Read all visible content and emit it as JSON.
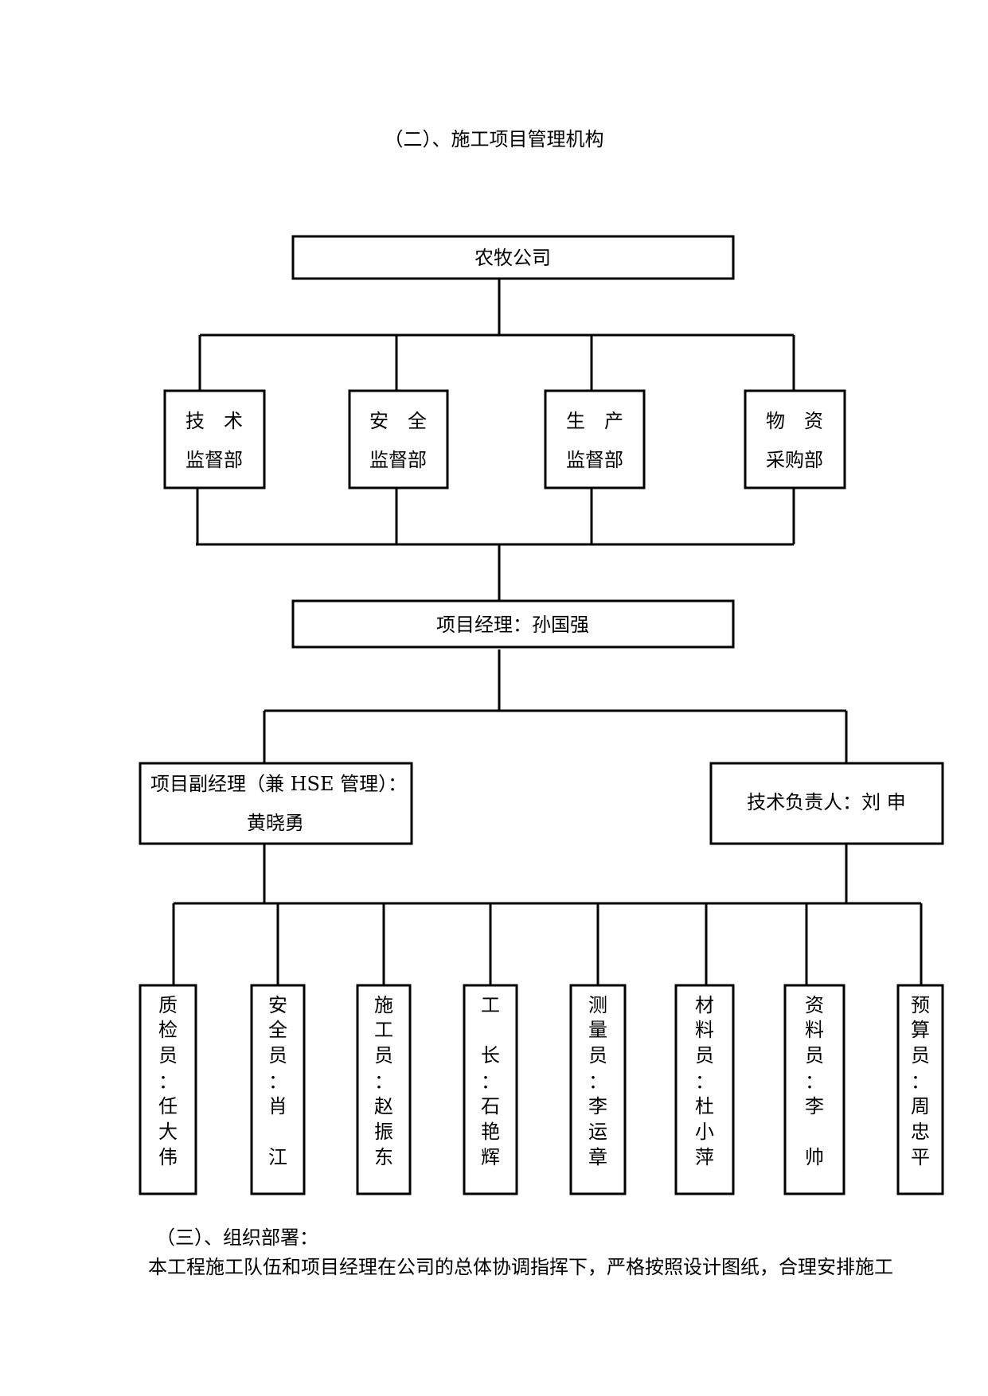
{
  "title": "（二）、施工项目管理机构",
  "org": {
    "top": "农牧公司",
    "departments": [
      {
        "line1": "技　术",
        "line2": "监督部"
      },
      {
        "line1": "安　全",
        "line2": "监督部"
      },
      {
        "line1": "生　产",
        "line2": "监督部"
      },
      {
        "line1": "物　资",
        "line2": "采购部"
      }
    ],
    "manager": "项目经理：孙国强",
    "deputy": {
      "line1": "项目副经理（兼 HSE 管理）：",
      "line2": "黄晓勇"
    },
    "tech_lead": "技术负责人：刘 申",
    "staff": [
      {
        "chars": [
          "质",
          "检",
          "员",
          "：",
          "任",
          "大",
          "伟"
        ]
      },
      {
        "chars": [
          "安",
          "全",
          "员",
          "：",
          "肖",
          "",
          "江"
        ]
      },
      {
        "chars": [
          "施",
          "工",
          "员",
          "：",
          "赵",
          "振",
          "东"
        ]
      },
      {
        "chars": [
          "工",
          "",
          "长",
          "：",
          "石",
          "艳",
          "辉"
        ]
      },
      {
        "chars": [
          "测",
          "量",
          "员",
          "：",
          "李",
          "运",
          "章"
        ]
      },
      {
        "chars": [
          "材",
          "料",
          "员",
          "：",
          "杜",
          "小",
          "萍"
        ]
      },
      {
        "chars": [
          "资",
          "料",
          "员",
          "：",
          "李",
          "",
          "帅"
        ]
      },
      {
        "chars": [
          "预",
          "算",
          "员",
          "：",
          "周",
          "忠",
          "平"
        ]
      }
    ]
  },
  "section3": {
    "title": "（三）、组织部署：",
    "body": "本工程施工队伍和项目经理在公司的总体协调指挥下，严格按照设计图纸，合理安排施工"
  }
}
